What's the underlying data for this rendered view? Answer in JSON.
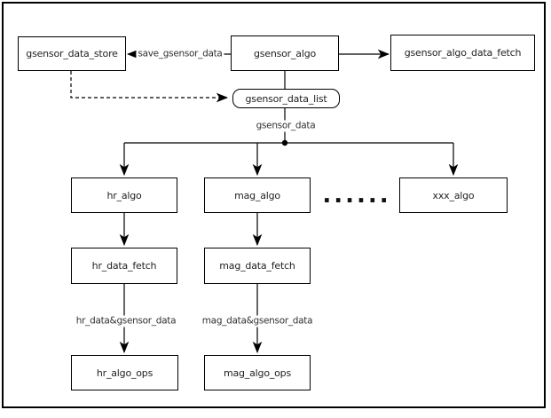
{
  "diagram": {
    "background_color": "#ffffff",
    "stroke_color": "#000000",
    "text_color": "#222222",
    "nodes": [
      {
        "id": "gsensor_data_store",
        "label": "gsensor_data_store",
        "shape": "rect"
      },
      {
        "id": "gsensor_algo",
        "label": "gsensor_algo",
        "shape": "rect"
      },
      {
        "id": "gsensor_algo_data_fetch",
        "label": "gsensor_algo_data_fetch",
        "shape": "rect"
      },
      {
        "id": "gsensor_data_list",
        "label": "gsensor_data_list",
        "shape": "rounded-rect"
      },
      {
        "id": "hr_algo",
        "label": "hr_algo",
        "shape": "rect"
      },
      {
        "id": "mag_algo",
        "label": "mag_algo",
        "shape": "rect"
      },
      {
        "id": "xxx_algo",
        "label": "xxx_algo",
        "shape": "rect"
      },
      {
        "id": "hr_data_fetch",
        "label": "hr_data_fetch",
        "shape": "rect"
      },
      {
        "id": "mag_data_fetch",
        "label": "mag_data_fetch",
        "shape": "rect"
      },
      {
        "id": "hr_algo_ops",
        "label": "hr_algo_ops",
        "shape": "rect"
      },
      {
        "id": "mag_algo_ops",
        "label": "mag_algo_ops",
        "shape": "rect"
      }
    ],
    "edges": [
      {
        "from": "gsensor_algo",
        "to": "gsensor_data_store",
        "label": "save_gsensor_data",
        "style": "solid-arrow"
      },
      {
        "from": "gsensor_algo",
        "to": "gsensor_algo_data_fetch",
        "label": "",
        "style": "solid-arrow"
      },
      {
        "from": "gsensor_algo",
        "to": "gsensor_data_list",
        "label": "",
        "style": "solid-line"
      },
      {
        "from": "gsensor_data_store",
        "to": "gsensor_data_list",
        "label": "",
        "style": "dashed-arrow"
      },
      {
        "from": "gsensor_data_list",
        "to": "hr_algo,mag_algo,xxx_algo",
        "label": "gsensor_data",
        "style": "solid-arrow-branch"
      },
      {
        "from": "hr_algo",
        "to": "hr_data_fetch",
        "label": "",
        "style": "solid-arrow"
      },
      {
        "from": "mag_algo",
        "to": "mag_data_fetch",
        "label": "",
        "style": "solid-arrow"
      },
      {
        "from": "hr_data_fetch",
        "to": "hr_algo_ops",
        "label": "hr_data&gsensor_data",
        "style": "solid-arrow"
      },
      {
        "from": "mag_data_fetch",
        "to": "mag_algo_ops",
        "label": "mag_data&gsensor_data",
        "style": "solid-arrow"
      }
    ],
    "ellipsis": "......"
  }
}
